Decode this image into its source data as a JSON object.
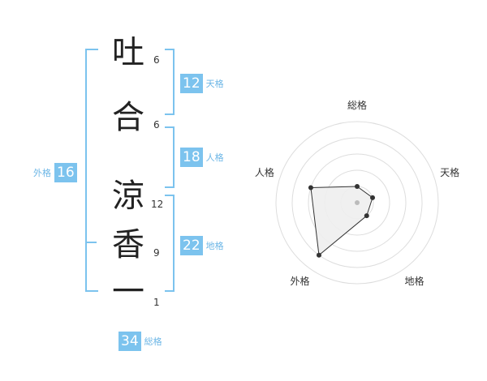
{
  "name": {
    "chars": [
      {
        "char": "吐",
        "strokes": "6"
      },
      {
        "char": "合",
        "strokes": "6"
      },
      {
        "char": "涼",
        "strokes": "12"
      },
      {
        "char": "香",
        "strokes": "9"
      },
      {
        "char": "一",
        "strokes": "1"
      }
    ]
  },
  "fortune": {
    "tenkaku": {
      "value": "12",
      "label": "天格"
    },
    "jinkaku": {
      "value": "18",
      "label": "人格"
    },
    "chikaku": {
      "value": "22",
      "label": "地格"
    },
    "gaikaku": {
      "value": "16",
      "label": "外格"
    },
    "soukaku": {
      "value": "34",
      "label": "総格"
    }
  },
  "chart_data": {
    "type": "radar",
    "axes": [
      "総格",
      "天格",
      "地格",
      "外格",
      "人格"
    ],
    "values": [
      1,
      1,
      1,
      4,
      3
    ],
    "rmax": 4,
    "colors": {
      "fill": "#eeeeee",
      "line": "#333333",
      "grid": "#dddddd"
    }
  }
}
